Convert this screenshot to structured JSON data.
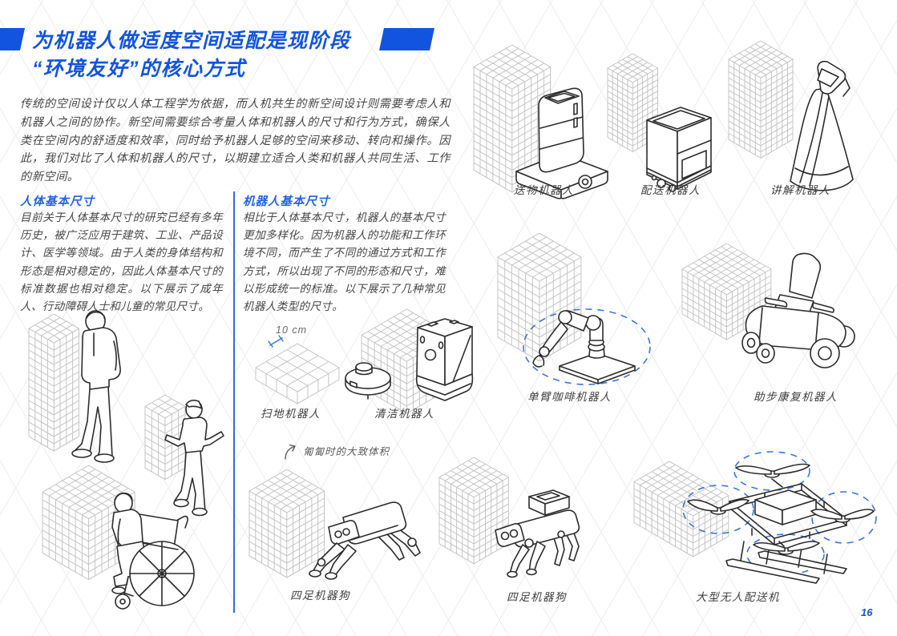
{
  "page": {
    "title_line1": "为机器人做适度空间适配是现阶段",
    "title_line2": "“环境友好”的核心方式",
    "intro": "传统的空间设计仅以人体工程学为依据，而人机共生的新空间设计则需要考虑人和机器人之间的协作。新空间需要综合考量人体和机器人的尺寸和行为方式，确保人类在空间内的舒适度和效率，同时给予机器人足够的空间来移动、转向和操作。因此，我们对比了人体和机器人的尺寸，以期建立适合人类和机器人共同生活、工作的新空间。",
    "page_number": "16"
  },
  "sections": {
    "human": {
      "heading": "人体基本尺寸",
      "body": "目前关于人体基本尺寸的研究已经有多年历史，被广泛应用于建筑、工业、产品设计、医学等领域。由于人类的身体结构和形态是相对稳定的，因此人体基本尺寸的标准数据也相对稳定。以下展示了成年人、行动障碍人士和儿童的常见尺寸。"
    },
    "robot": {
      "heading": "机器人基本尺寸",
      "body": "相比于人体基本尺寸，机器人的基本尺寸更加多样化。因为机器人的功能和工作环境不同，而产生了不同的通过方式和工作方式，所以出现了不同的形态和尺寸，难以形成统一的标准。以下展示了几种常见机器人类型的尺寸。"
    }
  },
  "annotations": {
    "scale_label": "10 cm",
    "crawl_note": "匍匐时的大致体积"
  },
  "figures": {
    "labels": [
      "送物机器人",
      "配送机器人",
      "讲解机器人",
      "扫地机器人",
      "清洁机器人",
      "单臂咖啡机器人",
      "助步康复机器人",
      "四足机器狗",
      "四足机器狗",
      "大型无人配送机"
    ]
  },
  "colors": {
    "accent_blue": "#1254df",
    "heading_blue": "#2063e8",
    "dashed_blue": "#3a76dd",
    "grid_gray": "#c4c4c4"
  }
}
